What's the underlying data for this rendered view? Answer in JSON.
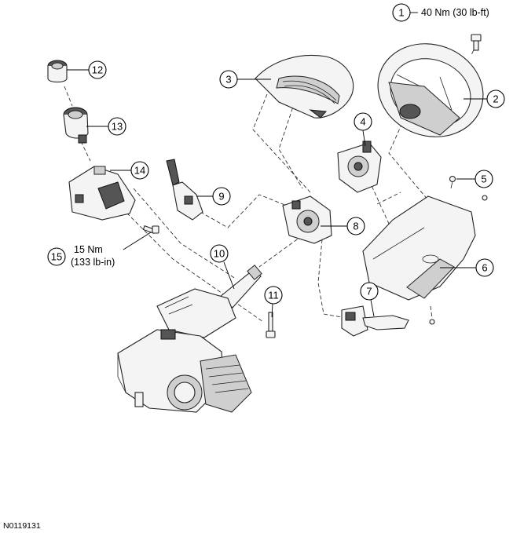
{
  "callouts": [
    {
      "num": "1"
    },
    {
      "num": "2"
    },
    {
      "num": "3"
    },
    {
      "num": "4"
    },
    {
      "num": "5"
    },
    {
      "num": "6"
    },
    {
      "num": "7"
    },
    {
      "num": "8"
    },
    {
      "num": "9"
    },
    {
      "num": "10"
    },
    {
      "num": "11"
    },
    {
      "num": "12"
    },
    {
      "num": "13"
    },
    {
      "num": "14"
    },
    {
      "num": "15"
    }
  ],
  "torque_specs": {
    "item1": {
      "line1": "40 Nm (30 lb-ft)"
    },
    "item15": {
      "line1": "15 Nm",
      "line2": "(133 lb-in)"
    }
  },
  "figure_id": "N0119131"
}
